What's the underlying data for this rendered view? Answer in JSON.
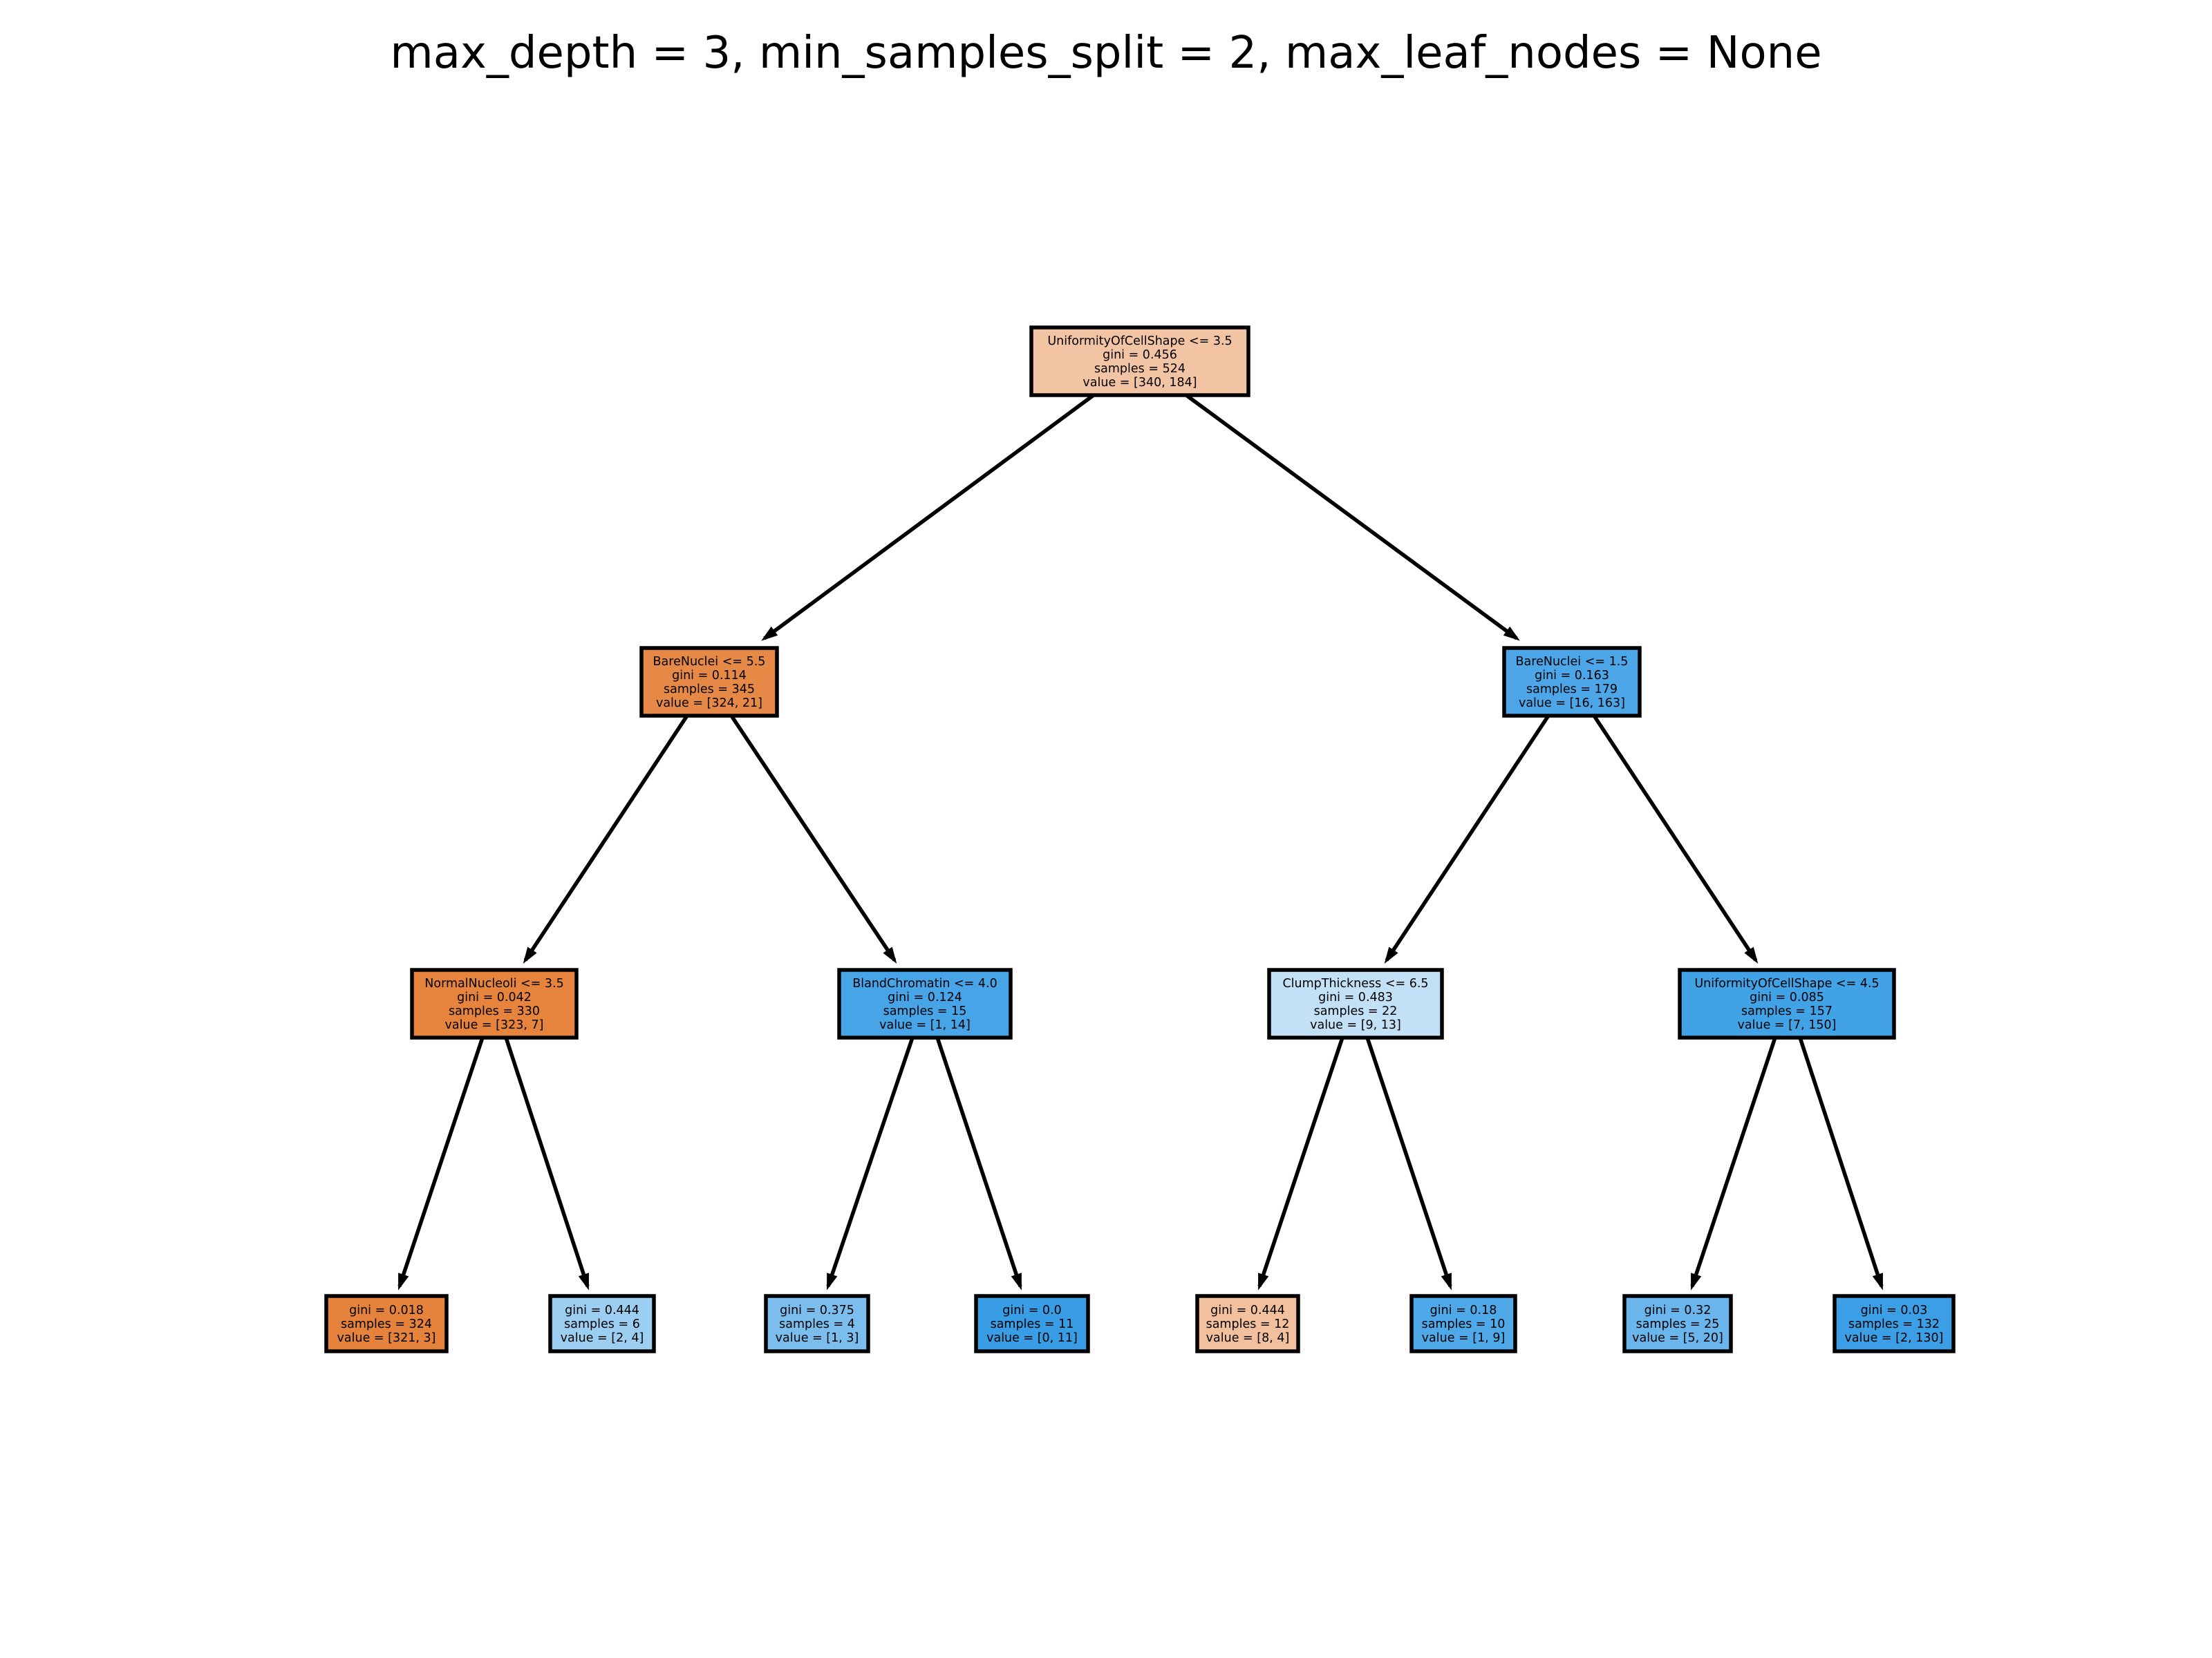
{
  "title": "max_depth = 3, min_samples_split = 2, max_leaf_nodes = None",
  "tree": {
    "nodes": [
      {
        "id": "n0",
        "lines": [
          "UniformityOfCellShape <= 3.5",
          "gini = 0.456",
          "samples = 524",
          "value = [340, 184]"
        ],
        "fill": "#f3c4a3"
      },
      {
        "id": "n1",
        "lines": [
          "BareNuclei <= 5.5",
          "gini = 0.114",
          "samples = 345",
          "value = [324, 21]"
        ],
        "fill": "#e78946"
      },
      {
        "id": "n2",
        "lines": [
          "NormalNucleoli <= 3.5",
          "gini = 0.042",
          "samples = 330",
          "value = [323, 7]"
        ],
        "fill": "#e6843d"
      },
      {
        "id": "n3",
        "lines": [
          "gini = 0.018",
          "samples = 324",
          "value = [321, 3]"
        ],
        "fill": "#e5823b"
      },
      {
        "id": "n4",
        "lines": [
          "gini = 0.444",
          "samples = 6",
          "value = [2, 4]"
        ],
        "fill": "#9ccef2"
      },
      {
        "id": "n5",
        "lines": [
          "BlandChromatin <= 4.0",
          "gini = 0.124",
          "samples = 15",
          "value = [1, 14]"
        ],
        "fill": "#47a4e7"
      },
      {
        "id": "n6",
        "lines": [
          "gini = 0.375",
          "samples = 4",
          "value = [1, 3]"
        ],
        "fill": "#7bbeee"
      },
      {
        "id": "n7",
        "lines": [
          "gini = 0.0",
          "samples = 11",
          "value = [0, 11]"
        ],
        "fill": "#399de5"
      },
      {
        "id": "n8",
        "lines": [
          "BareNuclei <= 1.5",
          "gini = 0.163",
          "samples = 179",
          "value = [16, 163]"
        ],
        "fill": "#4ca6e8"
      },
      {
        "id": "n9",
        "lines": [
          "ClumpThickness <= 6.5",
          "gini = 0.483",
          "samples = 22",
          "value = [9, 13]"
        ],
        "fill": "#c2e1f7"
      },
      {
        "id": "n10",
        "lines": [
          "gini = 0.444",
          "samples = 12",
          "value = [8, 4]"
        ],
        "fill": "#f2c09c"
      },
      {
        "id": "n11",
        "lines": [
          "gini = 0.18",
          "samples = 10",
          "value = [1, 9]"
        ],
        "fill": "#4fa8e8"
      },
      {
        "id": "n12",
        "lines": [
          "UniformityOfCellShape <= 4.5",
          "gini = 0.085",
          "samples = 157",
          "value = [7, 150]"
        ],
        "fill": "#42a2e6"
      },
      {
        "id": "n13",
        "lines": [
          "gini = 0.32",
          "samples = 25",
          "value = [5, 20]"
        ],
        "fill": "#6ab6ec"
      },
      {
        "id": "n14",
        "lines": [
          "gini = 0.03",
          "samples = 132",
          "value = [2, 130]"
        ],
        "fill": "#3c9fe5"
      }
    ],
    "edges": [
      [
        "n0",
        "n1"
      ],
      [
        "n0",
        "n8"
      ],
      [
        "n1",
        "n2"
      ],
      [
        "n1",
        "n5"
      ],
      [
        "n2",
        "n3"
      ],
      [
        "n2",
        "n4"
      ],
      [
        "n5",
        "n6"
      ],
      [
        "n5",
        "n7"
      ],
      [
        "n8",
        "n9"
      ],
      [
        "n8",
        "n12"
      ],
      [
        "n9",
        "n10"
      ],
      [
        "n9",
        "n11"
      ],
      [
        "n12",
        "n13"
      ],
      [
        "n12",
        "n14"
      ]
    ]
  }
}
